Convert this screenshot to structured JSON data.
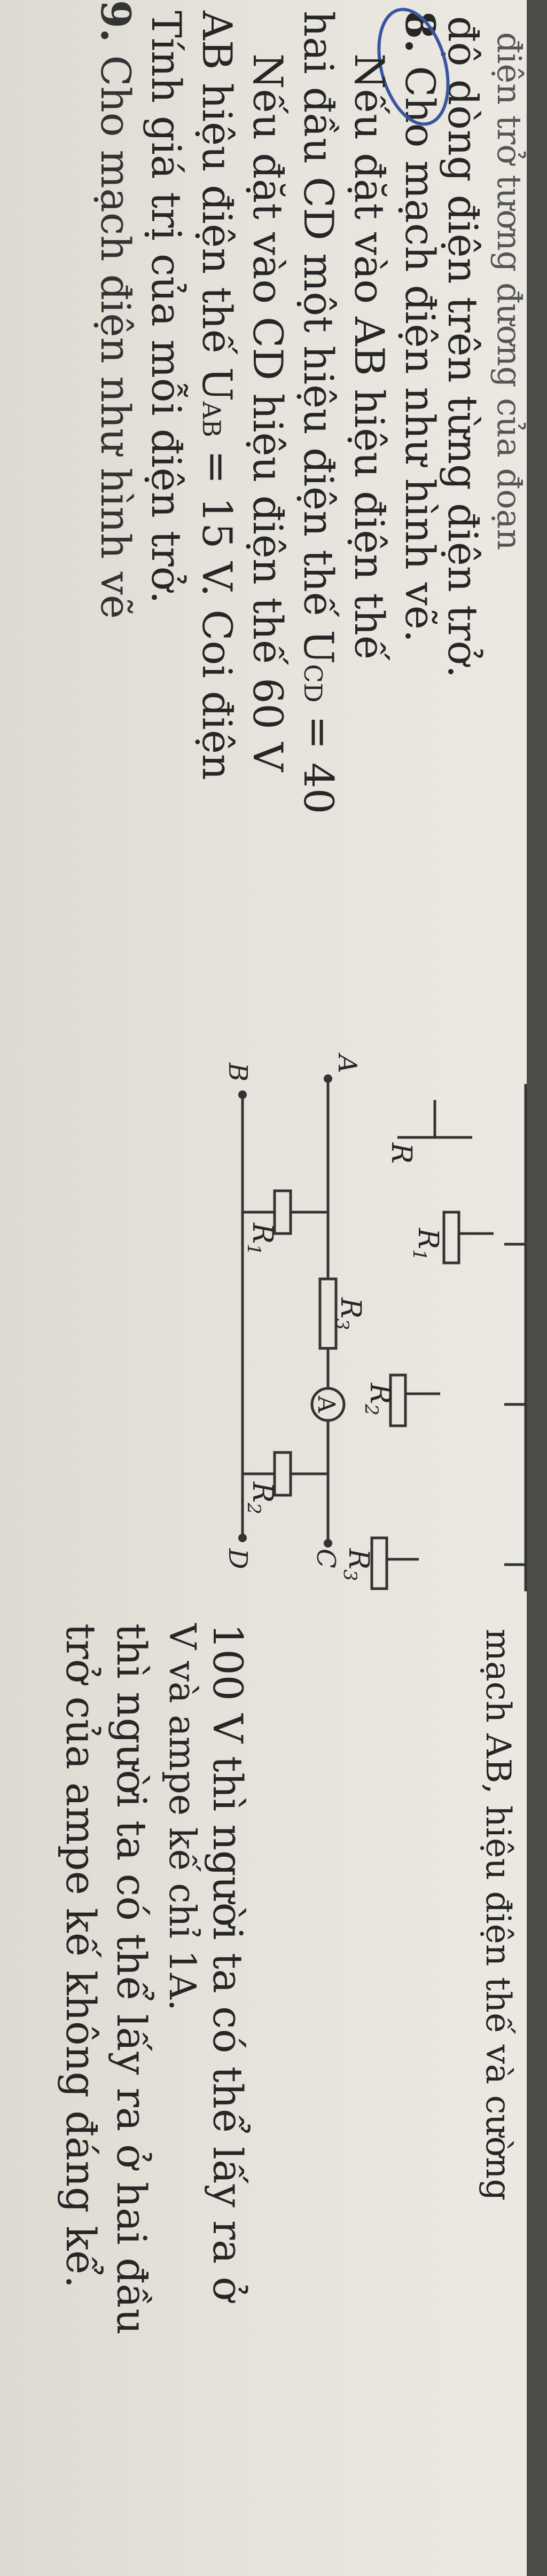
{
  "header": {
    "prev_cut": "điện trở tương đương của đoạn",
    "prev_line": "độ dòng điện trên từng điện trở."
  },
  "problem8": {
    "number": "8.",
    "intro": "Cho mạch điện như hình vẽ.",
    "p1a": "Nếu  đặt  vào  AB  hiệu  điện  thế",
    "p1b": "hai đầu CD một hiệu điện thế U",
    "p1b_sub": "CD",
    "p1b_end": " = 40",
    "p2a": "Nếu đặt vào CD hiệu điện thế 60 V",
    "p2b": "AB hiệu điện thế U",
    "p2b_sub": "AB",
    "p2b_end": " = 15 V. Coi điện",
    "p3": "Tính giá trị của mỗi điện trở.",
    "right1": "100 V thì người ta có thể lấy ra ở",
    "right2": "V và ampe kế chỉ 1A.",
    "right3": "thì người ta có thể lấy ra ở hai đầu",
    "right4": "trở của ampe kế không đáng kể."
  },
  "top_right": {
    "text": "mạch AB, hiệu điện thế và cường"
  },
  "next_cut": {
    "number": "9.",
    "text": "Cho mạch điện như hình vẽ"
  },
  "circuit_prev": {
    "r_left": "R",
    "r1": "R",
    "r1_sub": "1",
    "r2": "R",
    "r2_sub": "2",
    "r3": "R",
    "r3_sub": "3"
  },
  "circuit8": {
    "node_a": "A",
    "node_b": "B",
    "node_c": "C",
    "node_d": "D",
    "r1": "R",
    "r1_sub": "1",
    "r2": "R",
    "r2_sub": "2",
    "r3": "R",
    "r3_sub": "3",
    "ammeter": "A"
  }
}
